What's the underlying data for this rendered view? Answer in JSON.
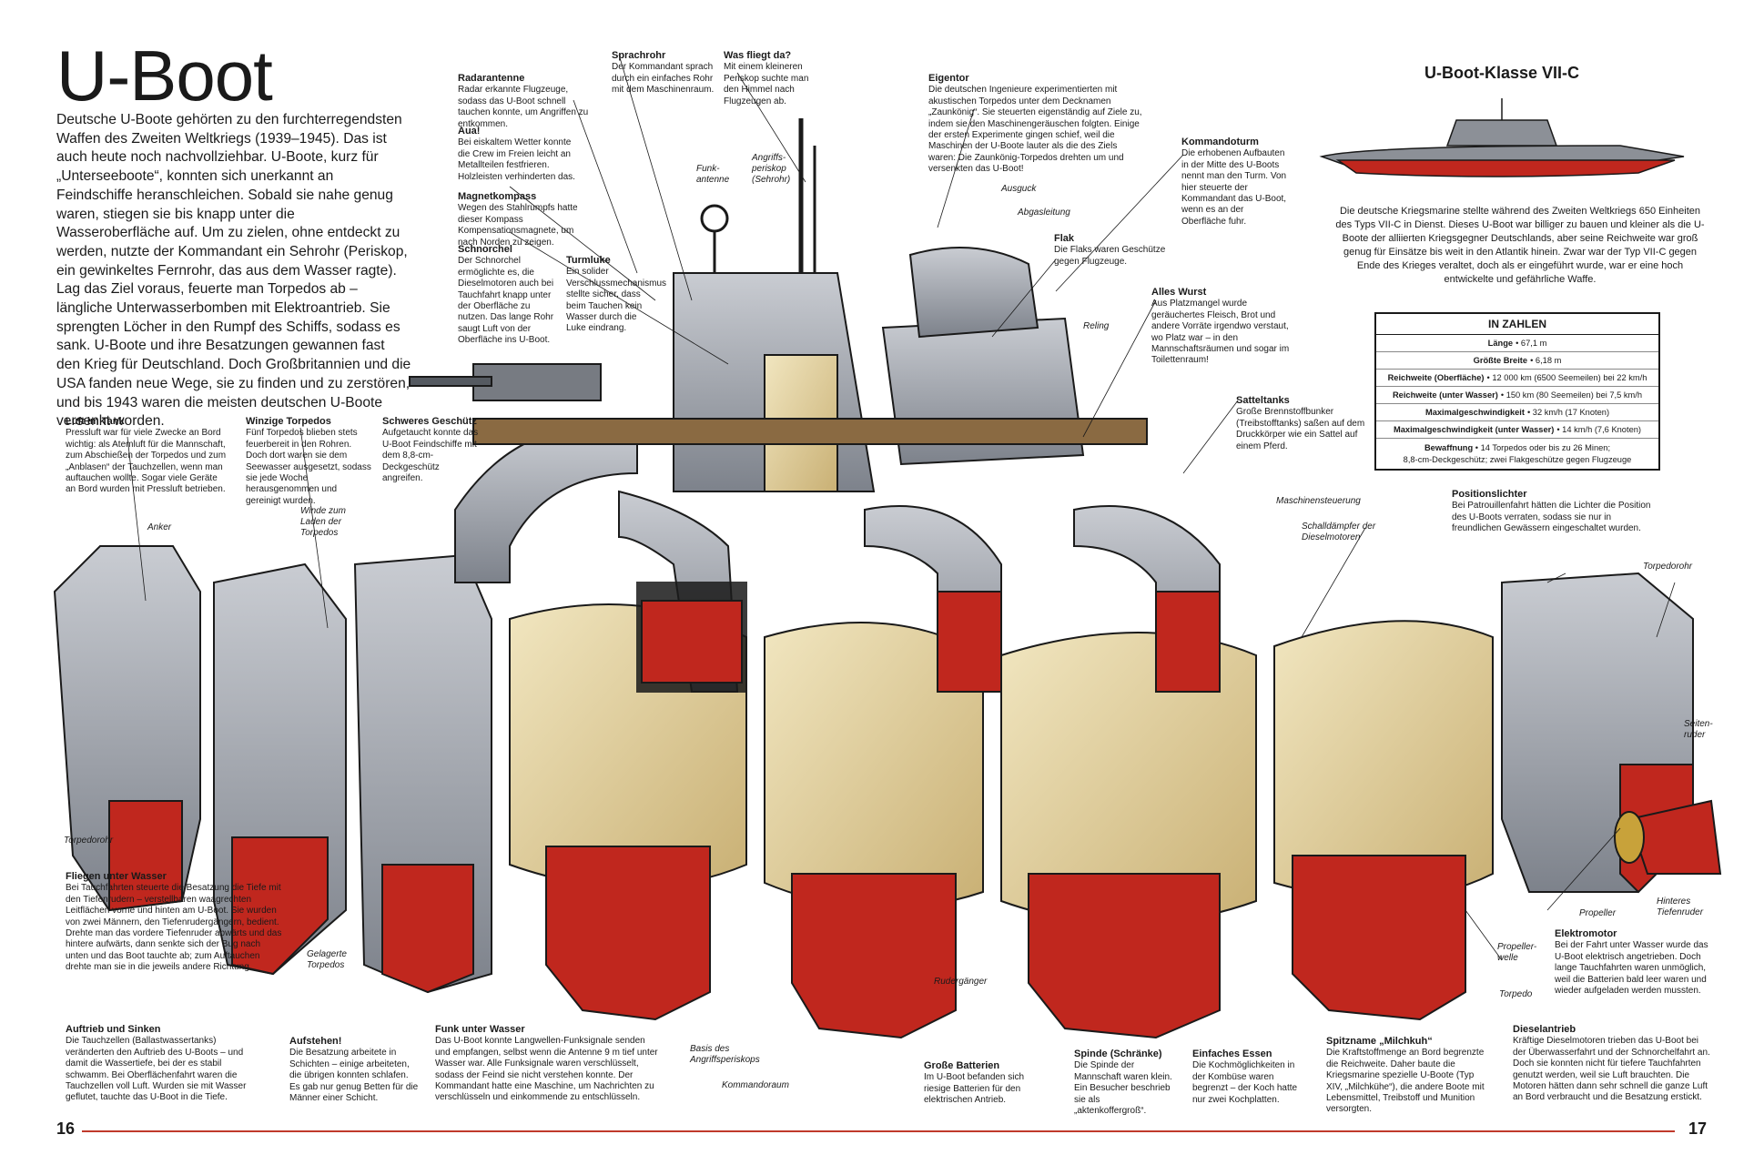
{
  "title": "U-Boot",
  "intro": "Deutsche U-Boote gehörten zu den furchterregendsten Waffen des Zweiten Weltkriegs (1939–1945). Das ist auch heute noch nachvollziehbar. U-Boote, kurz für „Unterseeboote“, konnten sich unerkannt an Feindschiffe heranschleichen. Sobald sie nahe genug waren, stiegen sie bis knapp unter die Wasseroberfläche auf. Um zu zielen, ohne entdeckt zu werden, nutzte der Kommandant ein Sehrohr (Periskop, ein gewinkeltes Fernrohr, das aus dem Wasser ragte). Lag das Ziel voraus, feuerte man Torpedos ab – längliche Unterwasserbomben mit Elektroantrieb. Sie sprengten Löcher in den Rumpf des Schiffs, sodass es sank. U-Boote und ihre Besatzungen gewannen fast den Krieg für Deutschland. Doch Großbritannien und die USA fanden neue Wege, sie zu finden und zu zerstören, und bis 1943 waren die meisten deutschen U-Boote versenkt worden.",
  "callouts": {
    "radarantenne": {
      "h": "Radarantenne",
      "b": "Radar erkannte Flugzeuge, sodass das U-Boot schnell tauchen konnte, um Angriffen zu entkommen."
    },
    "aua": {
      "h": "Aua!",
      "b": "Bei eiskaltem Wetter konnte die Crew im Freien leicht an Metallteilen festfrieren. Holzleisten verhinderten das."
    },
    "magnetkompass": {
      "h": "Magnetkompass",
      "b": "Wegen des Stahlrumpfs hatte dieser Kompass Kompensationsmagnete, um nach Norden zu zeigen."
    },
    "schnorchel": {
      "h": "Schnorchel",
      "b": "Der Schnorchel ermöglichte es, die Dieselmotoren auch bei Tauchfahrt knapp unter der Oberfläche zu nutzen. Das lange Rohr saugt Luft von der Oberfläche ins U-Boot."
    },
    "turmluke": {
      "h": "Turmluke",
      "b": "Ein solider Verschlussmechanismus stellte sicher, dass beim Tauchen kein Wasser durch die Luke eindrang."
    },
    "sprachrohr": {
      "h": "Sprachrohr",
      "b": "Der Kommandant sprach durch ein einfaches Rohr mit dem Maschinenraum."
    },
    "fliegt": {
      "h": "Was fliegt da?",
      "b": "Mit einem kleineren Periskop suchte man den Himmel nach Flugzeugen ab."
    },
    "eigentor": {
      "h": "Eigentor",
      "b": "Die deutschen Ingenieure experimentierten mit akustischen Torpedos unter dem Decknamen „Zaunkönig“. Sie steuerten eigenständig auf Ziele zu, indem sie den Maschinengeräuschen folgten. Einige der ersten Experimente gingen schief, weil die Maschinen der U-Boote lauter als die des Ziels waren: Die Zaunkönig-Torpedos drehten um und versenkten das U-Boot!"
    },
    "kommandoturm": {
      "h": "Kommandoturm",
      "b": "Die erhobenen Aufbauten in der Mitte des U-Boots nennt man den Turm. Von hier steuerte der Kommandant das U-Boot, wenn es an der Oberfläche fuhr."
    },
    "flak": {
      "h": "Flak",
      "b": "Die Flaks waren Geschütze gegen Flugzeuge."
    },
    "alleswurst": {
      "h": "Alles Wurst",
      "b": "Aus Platzmangel wurde geräuchertes Fleisch, Brot und andere Vorräte irgendwo verstaut, wo Platz war – in den Mannschaftsräumen und sogar im Toilettenraum!"
    },
    "satteltanks": {
      "h": "Satteltanks",
      "b": "Große Brennstoffbunker (Treibstofftanks) saßen auf dem Druckkörper wie ein Sattel auf einem Pferd."
    },
    "luftimtank": {
      "h": "Luft im Tank",
      "b": "Pressluft war für viele Zwecke an Bord wichtig: als Atemluft für die Mannschaft, zum Abschießen der Torpedos und zum „Anblasen“ der Tauchzellen, wenn man auftauchen wollte. Sogar viele Geräte an Bord wurden mit Pressluft betrieben."
    },
    "winzige": {
      "h": "Winzige Torpedos",
      "b": "Fünf Torpedos blieben stets feuerbereit in den Rohren. Doch dort waren sie dem Seewasser ausgesetzt, sodass sie jede Woche herausgenommen und gereinigt wurden."
    },
    "schweres": {
      "h": "Schweres Geschütz",
      "b": "Aufgetaucht konnte das U-Boot Feindschiffe mit dem 8,8-cm-Deckgeschütz angreifen."
    },
    "positionslichter": {
      "h": "Positionslichter",
      "b": "Bei Patrouillenfahrt hätten die Lichter die Position des U-Boots verraten, sodass sie nur in freundlichen Gewässern eingeschaltet wurden."
    },
    "fliegen": {
      "h": "Fliegen unter Wasser",
      "b": "Bei Tauchfahrten steuerte die Besatzung die Tiefe mit den Tiefenrudern – verstellbaren waagrechten Leitflächen vorne und hinten am U-Boot. Sie wurden von zwei Männern, den Tiefenrudergängern, bedient. Drehte man das vordere Tiefenruder abwärts und das hintere aufwärts, dann senkte sich der Bug nach unten und das Boot tauchte ab; zum Auftauchen drehte man sie in die jeweils andere Richtung."
    },
    "elektromotor": {
      "h": "Elektromotor",
      "b": "Bei der Fahrt unter Wasser wurde das U-Boot elektrisch angetrieben. Doch lange Tauchfahrten waren unmöglich, weil die Batterien bald leer waren und wieder aufgeladen werden mussten."
    },
    "auftrieb": {
      "h": "Auftrieb und Sinken",
      "b": "Die Tauchzellen (Ballastwassertanks) veränderten den Auftrieb des U-Boots – und damit die Wassertiefe, bei der es stabil schwamm. Bei Oberflächenfahrt waren die Tauchzellen voll Luft. Wurden sie mit Wasser geflutet, tauchte das U-Boot in die Tiefe."
    },
    "aufstehen": {
      "h": "Aufstehen!",
      "b": "Die Besatzung arbeitete in Schichten – einige arbeiteten, die übrigen konnten schlafen. Es gab nur genug Betten für die Männer einer Schicht."
    },
    "funk": {
      "h": "Funk unter Wasser",
      "b": "Das U-Boot konnte Langwellen-Funksignale senden und empfangen, selbst wenn die Antenne 9 m tief unter Wasser war. Alle Funksignale waren verschlüsselt, sodass der Feind sie nicht verstehen konnte. Der Kommandant hatte eine Maschine, um Nachrichten zu verschlüsseln und einkommende zu entschlüsseln."
    },
    "batterien": {
      "h": "Große Batterien",
      "b": "Im U-Boot befanden sich riesige Batterien für den elektrischen Antrieb."
    },
    "spinde": {
      "h": "Spinde (Schränke)",
      "b": "Die Spinde der Mannschaft waren klein. Ein Besucher beschrieb sie als „aktenkoffergroß“."
    },
    "essen": {
      "h": "Einfaches Essen",
      "b": "Die Kochmöglichkeiten in der Kombüse waren begrenzt – der Koch hatte nur zwei Kochplatten."
    },
    "milchkuh": {
      "h": "Spitzname „Milchkuh“",
      "b": "Die Kraftstoffmenge an Bord begrenzte die Reichweite. Daher baute die Kriegsmarine spezielle U-Boote (Typ XIV, „Milchkühe“), die andere Boote mit Lebensmittel, Treibstoff und Munition versorgten."
    },
    "diesel": {
      "h": "Dieselantrieb",
      "b": "Kräftige Dieselmotoren trieben das U-Boot bei der Überwasserfahrt und der Schnorchelfahrt an. Doch sie konnten nicht für tiefere Tauchfahrten genutzt werden, weil sie Luft brauchten. Die Motoren hätten dann sehr schnell die ganze Luft an Bord verbraucht und die Besatzung erstickt."
    }
  },
  "labels": {
    "funkantenne": "Funk-antenne",
    "angriffsperiskop": "Angriffs-periskop (Sehrohr)",
    "ausguck": "Ausguck",
    "abgasleitung": "Abgasleitung",
    "reling": "Reling",
    "anker": "Anker",
    "winde": "Winde zum Laden der Torpedos",
    "torpedorohr_left": "Torpedorohr",
    "gelagerte": "Gelagerte Torpedos",
    "maschinensteuerung": "Maschinensteuerung",
    "schalldampfer": "Schalldämpfer der Dieselmotoren",
    "torpedorohr_right": "Torpedorohr",
    "seitenruder": "Seiten-ruder",
    "propeller": "Propeller",
    "hinteres": "Hinteres Tiefenruder",
    "propellerwelle": "Propeller-welle",
    "torpedo": "Torpedo",
    "rudergaenger": "Rudergänger",
    "basis": "Basis des Angriffsperiskops",
    "kommandoraum": "Kommandoraum"
  },
  "side": {
    "title": "U-Boot-Klasse VII-C",
    "desc": "Die deutsche Kriegsmarine stellte während des Zweiten Weltkriegs 650 Einheiten des Typs VII-C in Dienst. Dieses U-Boot war billiger zu bauen und kleiner als die U-Boote der alliierten Kriegsgegner Deutschlands, aber seine Reichweite war groß genug für Einsätze bis weit in den Atlantik hinein. Zwar war der Typ VII-C gegen Ende des Krieges veraltet, doch als er eingeführt wurde, war er eine hoch entwickelte und gefährliche Waffe."
  },
  "facts": {
    "header": "IN ZAHLEN",
    "rows": [
      {
        "k": "Länge",
        "v": "• 67,1 m"
      },
      {
        "k": "Größte Breite",
        "v": "• 6,18 m"
      },
      {
        "k": "Reichweite (Oberfläche)",
        "v": "• 12 000 km (6500 Seemeilen) bei 22 km/h"
      },
      {
        "k": "Reichweite (unter Wasser)",
        "v": "• 150 km (80 Seemeilen) bei 7,5 km/h"
      },
      {
        "k": "Maximalgeschwindigkeit",
        "v": "• 32 km/h (17 Knoten)"
      },
      {
        "k": "Maximalgeschwindigkeit (unter Wasser)",
        "v": "• 14 km/h (7,6 Knoten)"
      }
    ],
    "armament_k": "Bewaffnung",
    "armament_v1": "• 14 Torpedos oder bis zu 26 Minen;",
    "armament_v2": "8,8-cm-Deckgeschütz; zwei Flakgeschütze gegen Flugzeuge"
  },
  "pages": {
    "left": "16",
    "right": "17"
  },
  "colors": {
    "hull_red": "#c0271e",
    "hull_grey": "#8c9097",
    "dark": "#1a1a1a",
    "interior": "#e8d9a6",
    "accent_line": "#c0392b"
  }
}
